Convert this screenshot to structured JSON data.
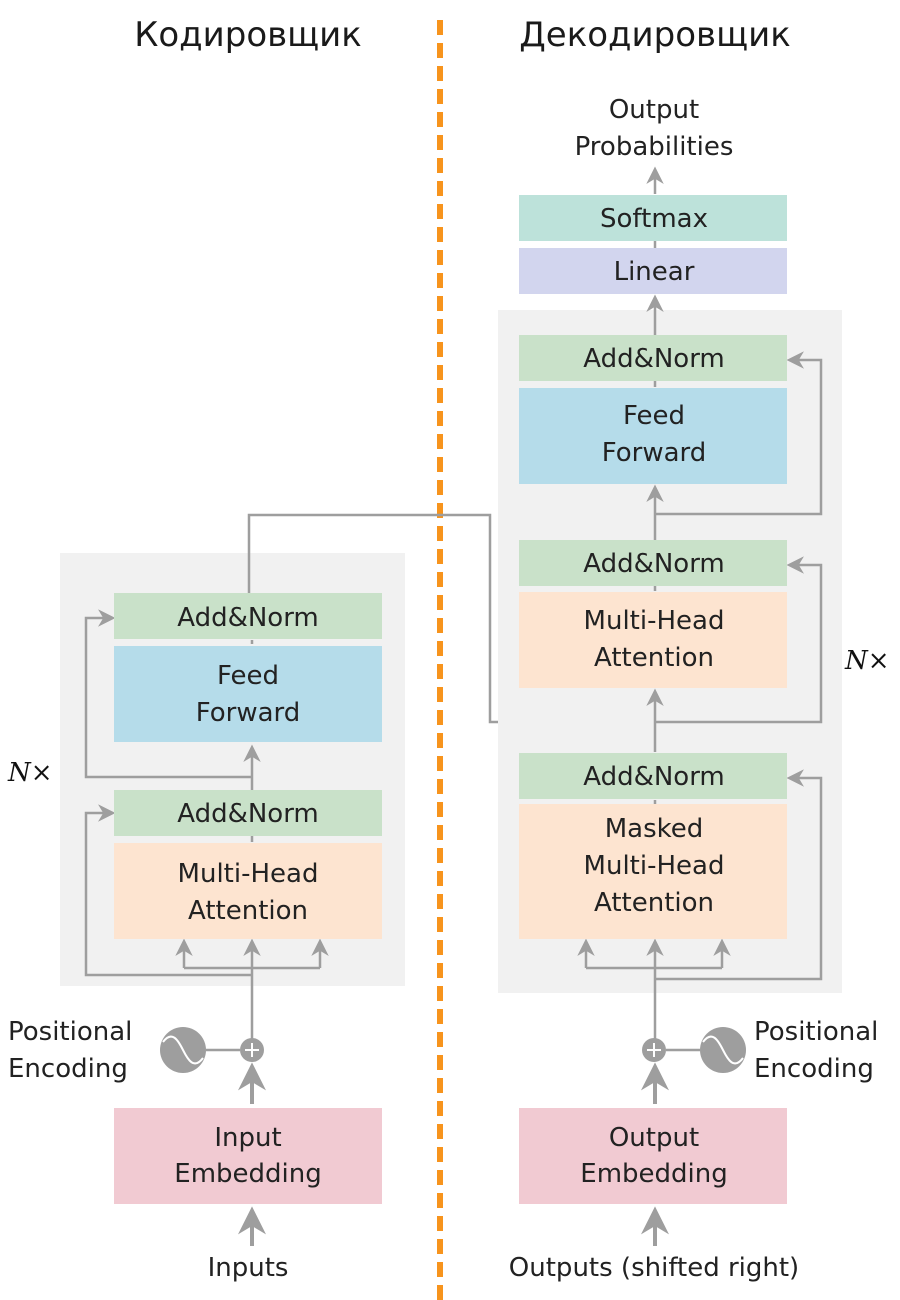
{
  "titles": {
    "encoder": "Кодировщик",
    "decoder": "Декодировщик"
  },
  "colors": {
    "divider": "#f7941d",
    "stack_bg": "#f1f1f1",
    "add_norm": "#c9e1c9",
    "feed_forward": "#b5dcea",
    "attention": "#fde4d0",
    "embedding": "#f1cad2",
    "softmax": "#bde2da",
    "linear": "#d2d5ee",
    "wire": "#9e9e9e"
  },
  "encoder": {
    "repeat_label": {
      "n": "N",
      "times": "×"
    },
    "blocks": {
      "add_norm_top": "Add&Norm",
      "feed_forward": [
        "Feed",
        "Forward"
      ],
      "add_norm_bottom": "Add&Norm",
      "attention": [
        "Multi-Head",
        "Attention"
      ]
    },
    "positional_encoding": [
      "Positional",
      "Encoding"
    ],
    "embedding": [
      "Input",
      "Embedding"
    ],
    "input_label": "Inputs"
  },
  "decoder": {
    "repeat_label": {
      "n": "N",
      "times": "×"
    },
    "output_label": [
      "Output",
      "Probabilities"
    ],
    "softmax": "Softmax",
    "linear": "Linear",
    "blocks": {
      "add_norm_top": "Add&Norm",
      "feed_forward": [
        "Feed",
        "Forward"
      ],
      "add_norm_middle": "Add&Norm",
      "cross_attention": [
        "Multi-Head",
        "Attention"
      ],
      "add_norm_bottom": "Add&Norm",
      "masked_attention": [
        "Masked",
        "Multi-Head",
        "Attention"
      ]
    },
    "positional_encoding": [
      "Positional",
      "Encoding"
    ],
    "embedding": [
      "Output",
      "Embedding"
    ],
    "input_label": "Outputs (shifted right)"
  }
}
